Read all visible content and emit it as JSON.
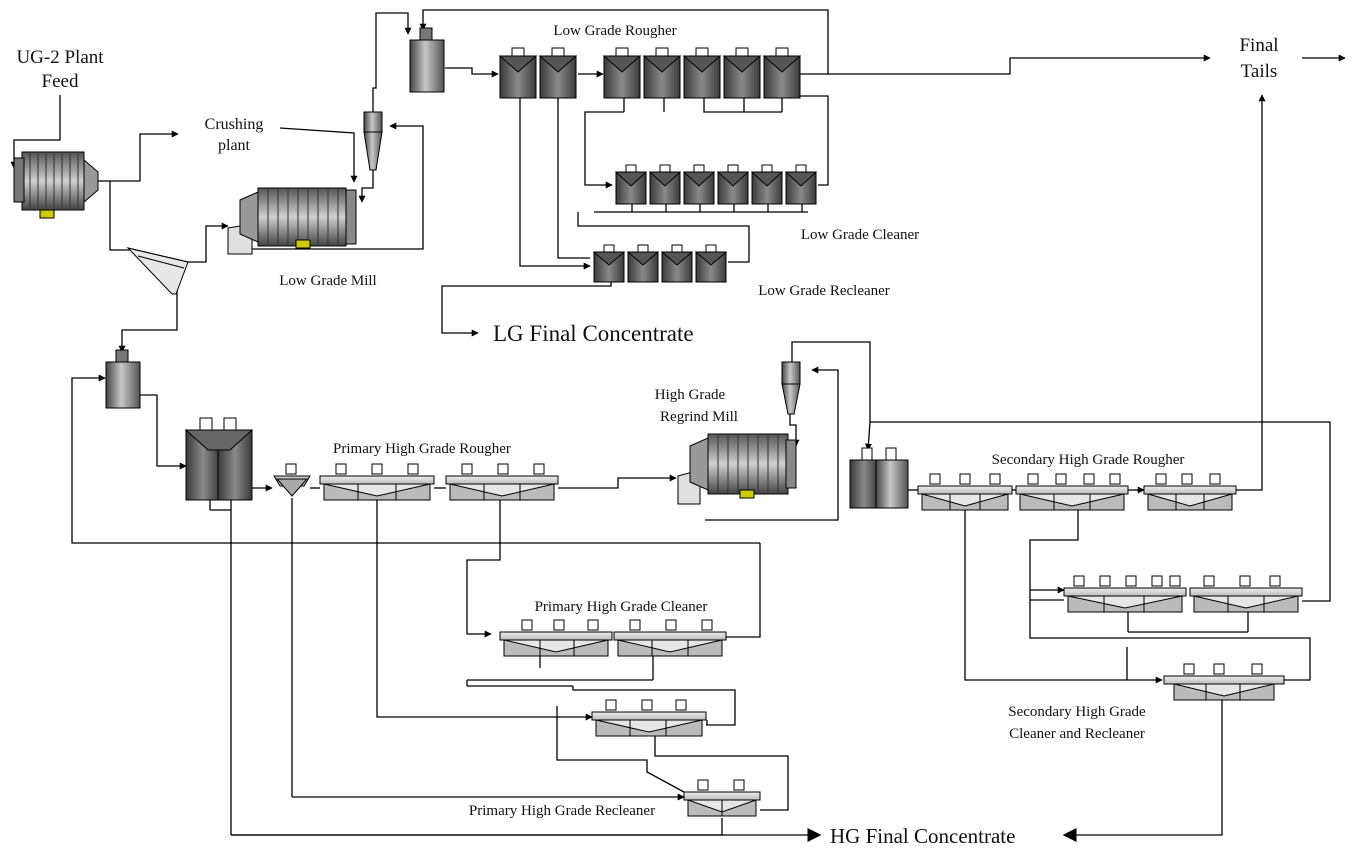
{
  "labels": {
    "plant_feed_line1": "UG-2 Plant",
    "plant_feed_line2": "Feed",
    "crushing_line1": "Crushing",
    "crushing_line2": "plant",
    "low_grade_mill": "Low Grade Mill",
    "low_grade_rougher": "Low Grade Rougher",
    "low_grade_cleaner": "Low Grade Cleaner",
    "low_grade_recleaner": "Low Grade Recleaner",
    "lg_final_concentrate": "LG Final Concentrate",
    "final_tails_line1": "Final",
    "final_tails_line2": "Tails",
    "hg_regrind_line1": "High Grade",
    "hg_regrind_line2": "Regrind Mill",
    "primary_hg_rougher": "Primary High Grade Rougher",
    "primary_hg_cleaner": "Primary High Grade Cleaner",
    "primary_hg_recleaner": "Primary High Grade Recleaner",
    "secondary_hg_rougher": "Secondary High Grade Rougher",
    "secondary_hg_cr_line1": "Secondary High Grade",
    "secondary_hg_cr_line2": "Cleaner and Recleaner",
    "hg_final_concentrate": "HG Final Concentrate"
  }
}
